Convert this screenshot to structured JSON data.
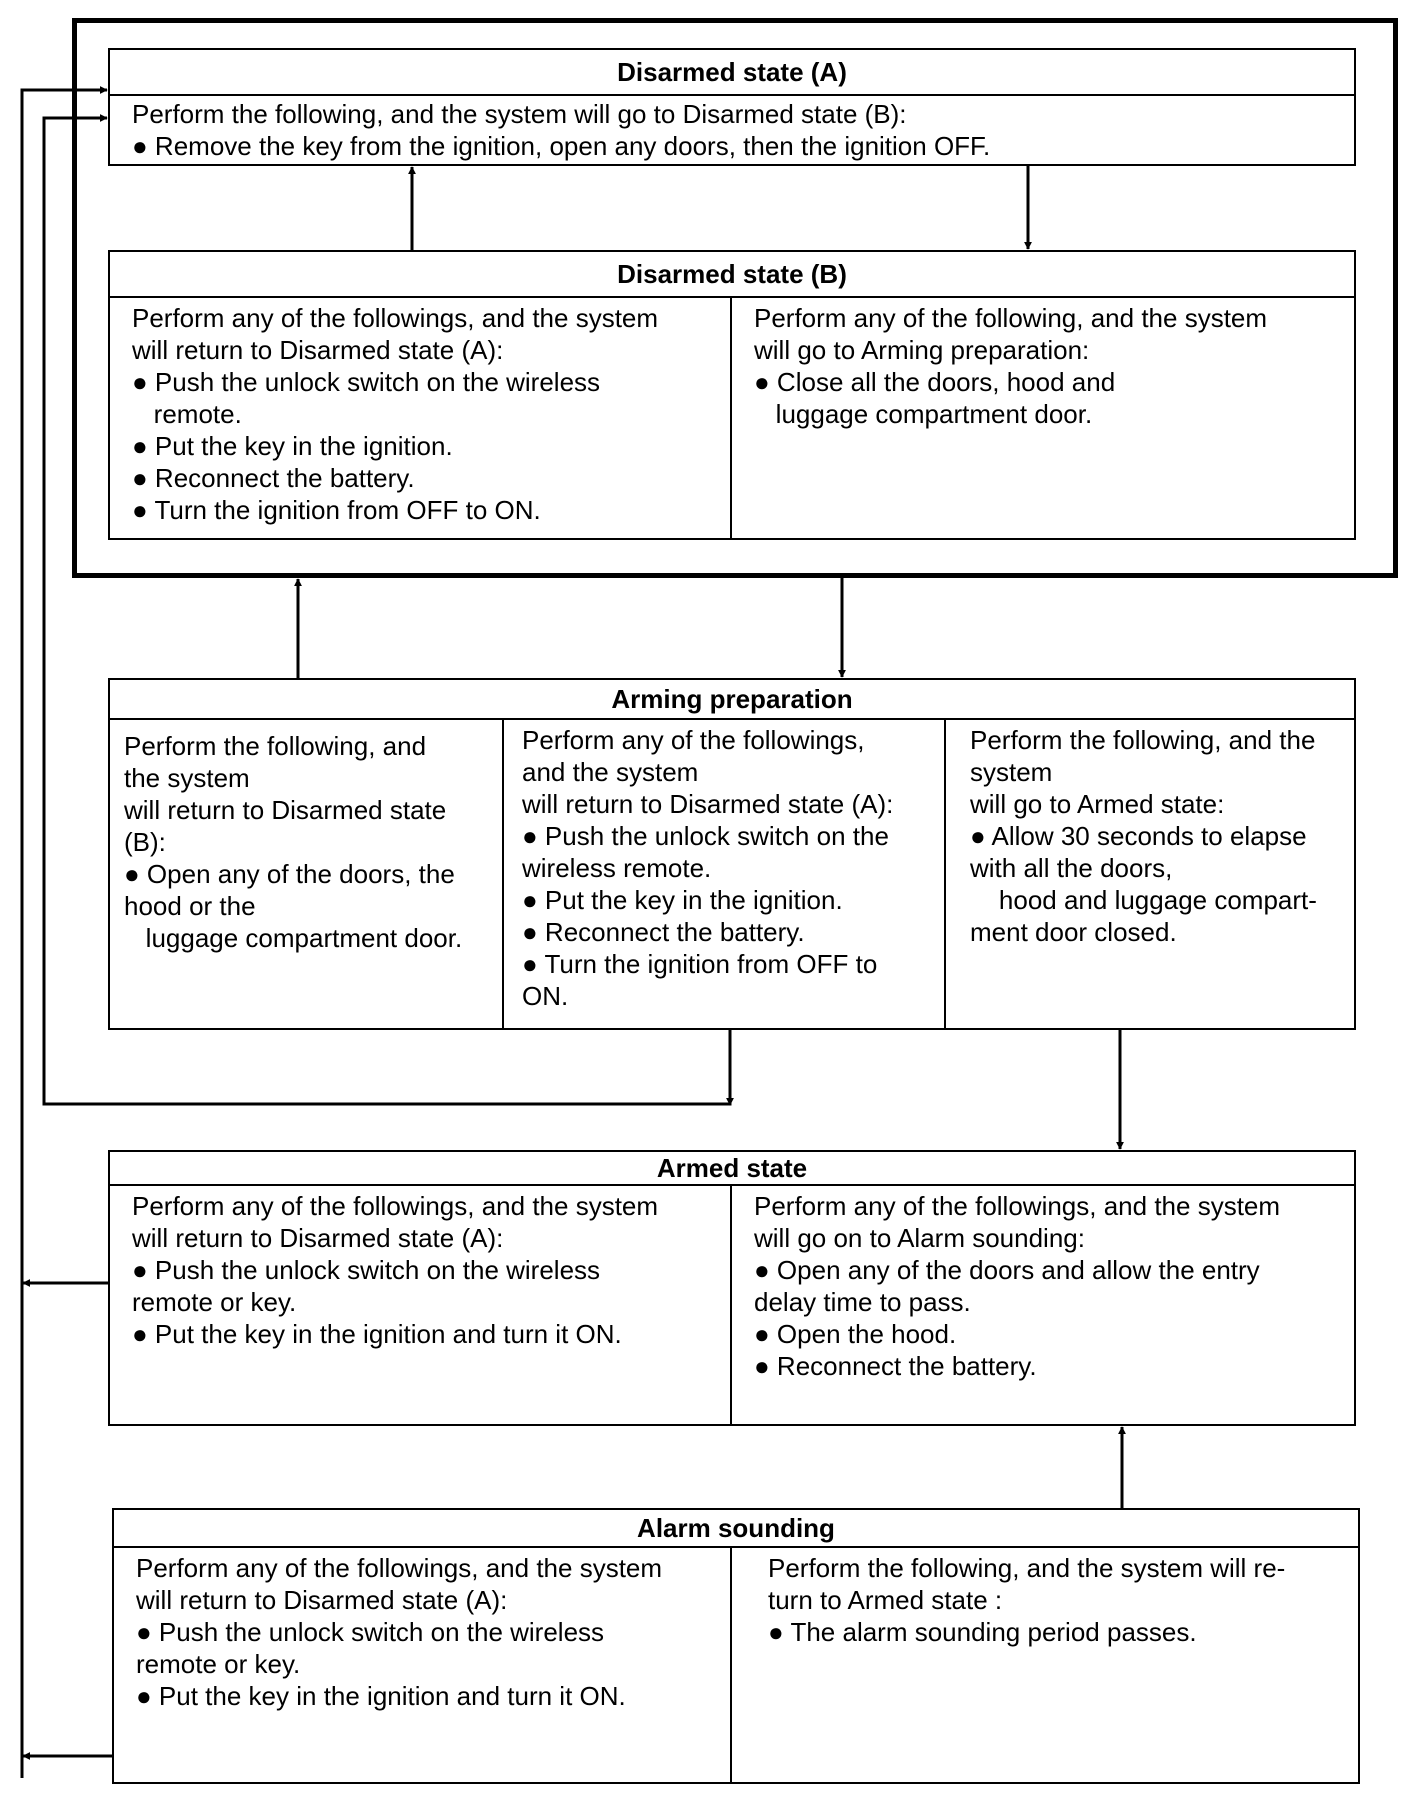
{
  "disarmed_a": {
    "title": "Disarmed state (A)",
    "text": "Perform the following, and the system will go to Disarmed state (B):\n● Remove the key from the ignition, open any doors, then the ignition OFF."
  },
  "disarmed_b": {
    "title": "Disarmed state (B)",
    "left": "Perform any of the followings, and the system\nwill return to Disarmed state (A):\n● Push the unlock switch on the wireless\n   remote.\n● Put the key in the ignition.\n● Reconnect the battery.\n● Turn the ignition from OFF to ON.",
    "right": "Perform any of the following, and the system\nwill go to Arming preparation:\n● Close all the doors, hood and\n   luggage compartment door."
  },
  "arming": {
    "title": "Arming preparation",
    "left": "Perform the following, and\nthe system\nwill return to Disarmed state\n(B):\n● Open any of the doors, the\nhood or the\n   luggage compartment door.",
    "middle": "Perform any of the followings,\nand the system\nwill return to Disarmed state (A):\n● Push the unlock switch on the\nwireless remote.\n● Put the key in the ignition.\n● Reconnect the battery.\n● Turn the ignition from OFF to\nON.",
    "right": "Perform the following, and the\nsystem\nwill go to Armed state:\n● Allow 30 seconds to elapse\nwith all the doors,\n    hood and luggage compart-\nment door closed."
  },
  "armed": {
    "title": "Armed state",
    "left": "Perform any of the followings, and the system\nwill return to Disarmed state (A):\n● Push the unlock switch on the wireless\nremote or key.\n● Put the key in the ignition and turn it ON.",
    "right": "Perform any of the followings, and the system\nwill go on to Alarm sounding:\n● Open any of the doors and allow the entry\ndelay time to pass.\n● Open the hood.\n● Reconnect the battery."
  },
  "alarm": {
    "title": "Alarm sounding",
    "left": "Perform any of the followings, and the system\nwill return to Disarmed state (A):\n● Push the unlock switch on the wireless\nremote or key.\n● Put the key in the ignition and turn it ON.",
    "right": "Perform the following, and the system will re-\nturn to Armed state :\n● The alarm sounding period passes."
  }
}
